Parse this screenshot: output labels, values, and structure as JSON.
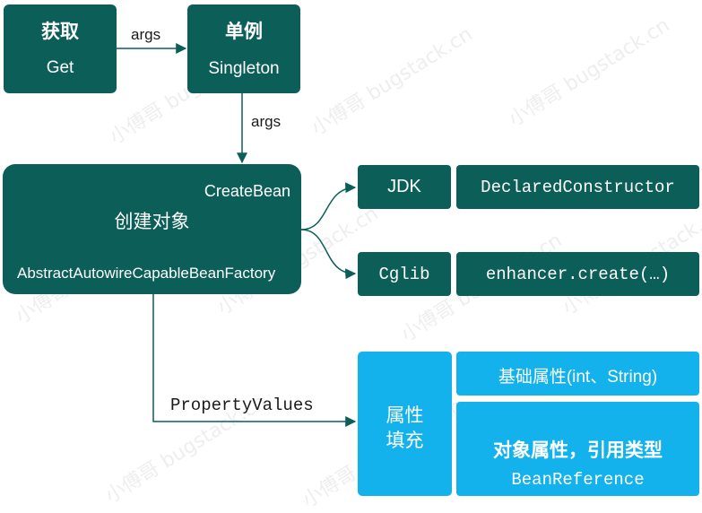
{
  "watermark": "小傅哥 bugstack.cn",
  "nodes": {
    "get": {
      "title": "获取",
      "subtitle": "Get"
    },
    "singleton": {
      "title": "单例",
      "subtitle": "Singleton"
    },
    "create_bean": {
      "method": "CreateBean",
      "title": "创建对象",
      "class_name": "AbstractAutowireCapableBeanFactory"
    },
    "jdk": {
      "label": "JDK"
    },
    "jdk_detail": {
      "label": "DeclaredConstructor"
    },
    "cglib": {
      "label": "Cglib"
    },
    "cglib_detail": {
      "label": "enhancer.create(…)"
    },
    "property_fill": {
      "line1": "属性",
      "line2": "填充"
    },
    "basic_props": {
      "label": "基础属性(int、String)"
    },
    "object_props": {
      "title": "对象属性，引用类型",
      "subtitle": "BeanReference"
    }
  },
  "edges": {
    "get_to_singleton": "args",
    "singleton_to_create": "args",
    "create_to_fill": "PropertyValues"
  },
  "colors": {
    "teal": "#0c5e58",
    "blue": "#13b2ec",
    "arrow": "#0c5e58"
  }
}
